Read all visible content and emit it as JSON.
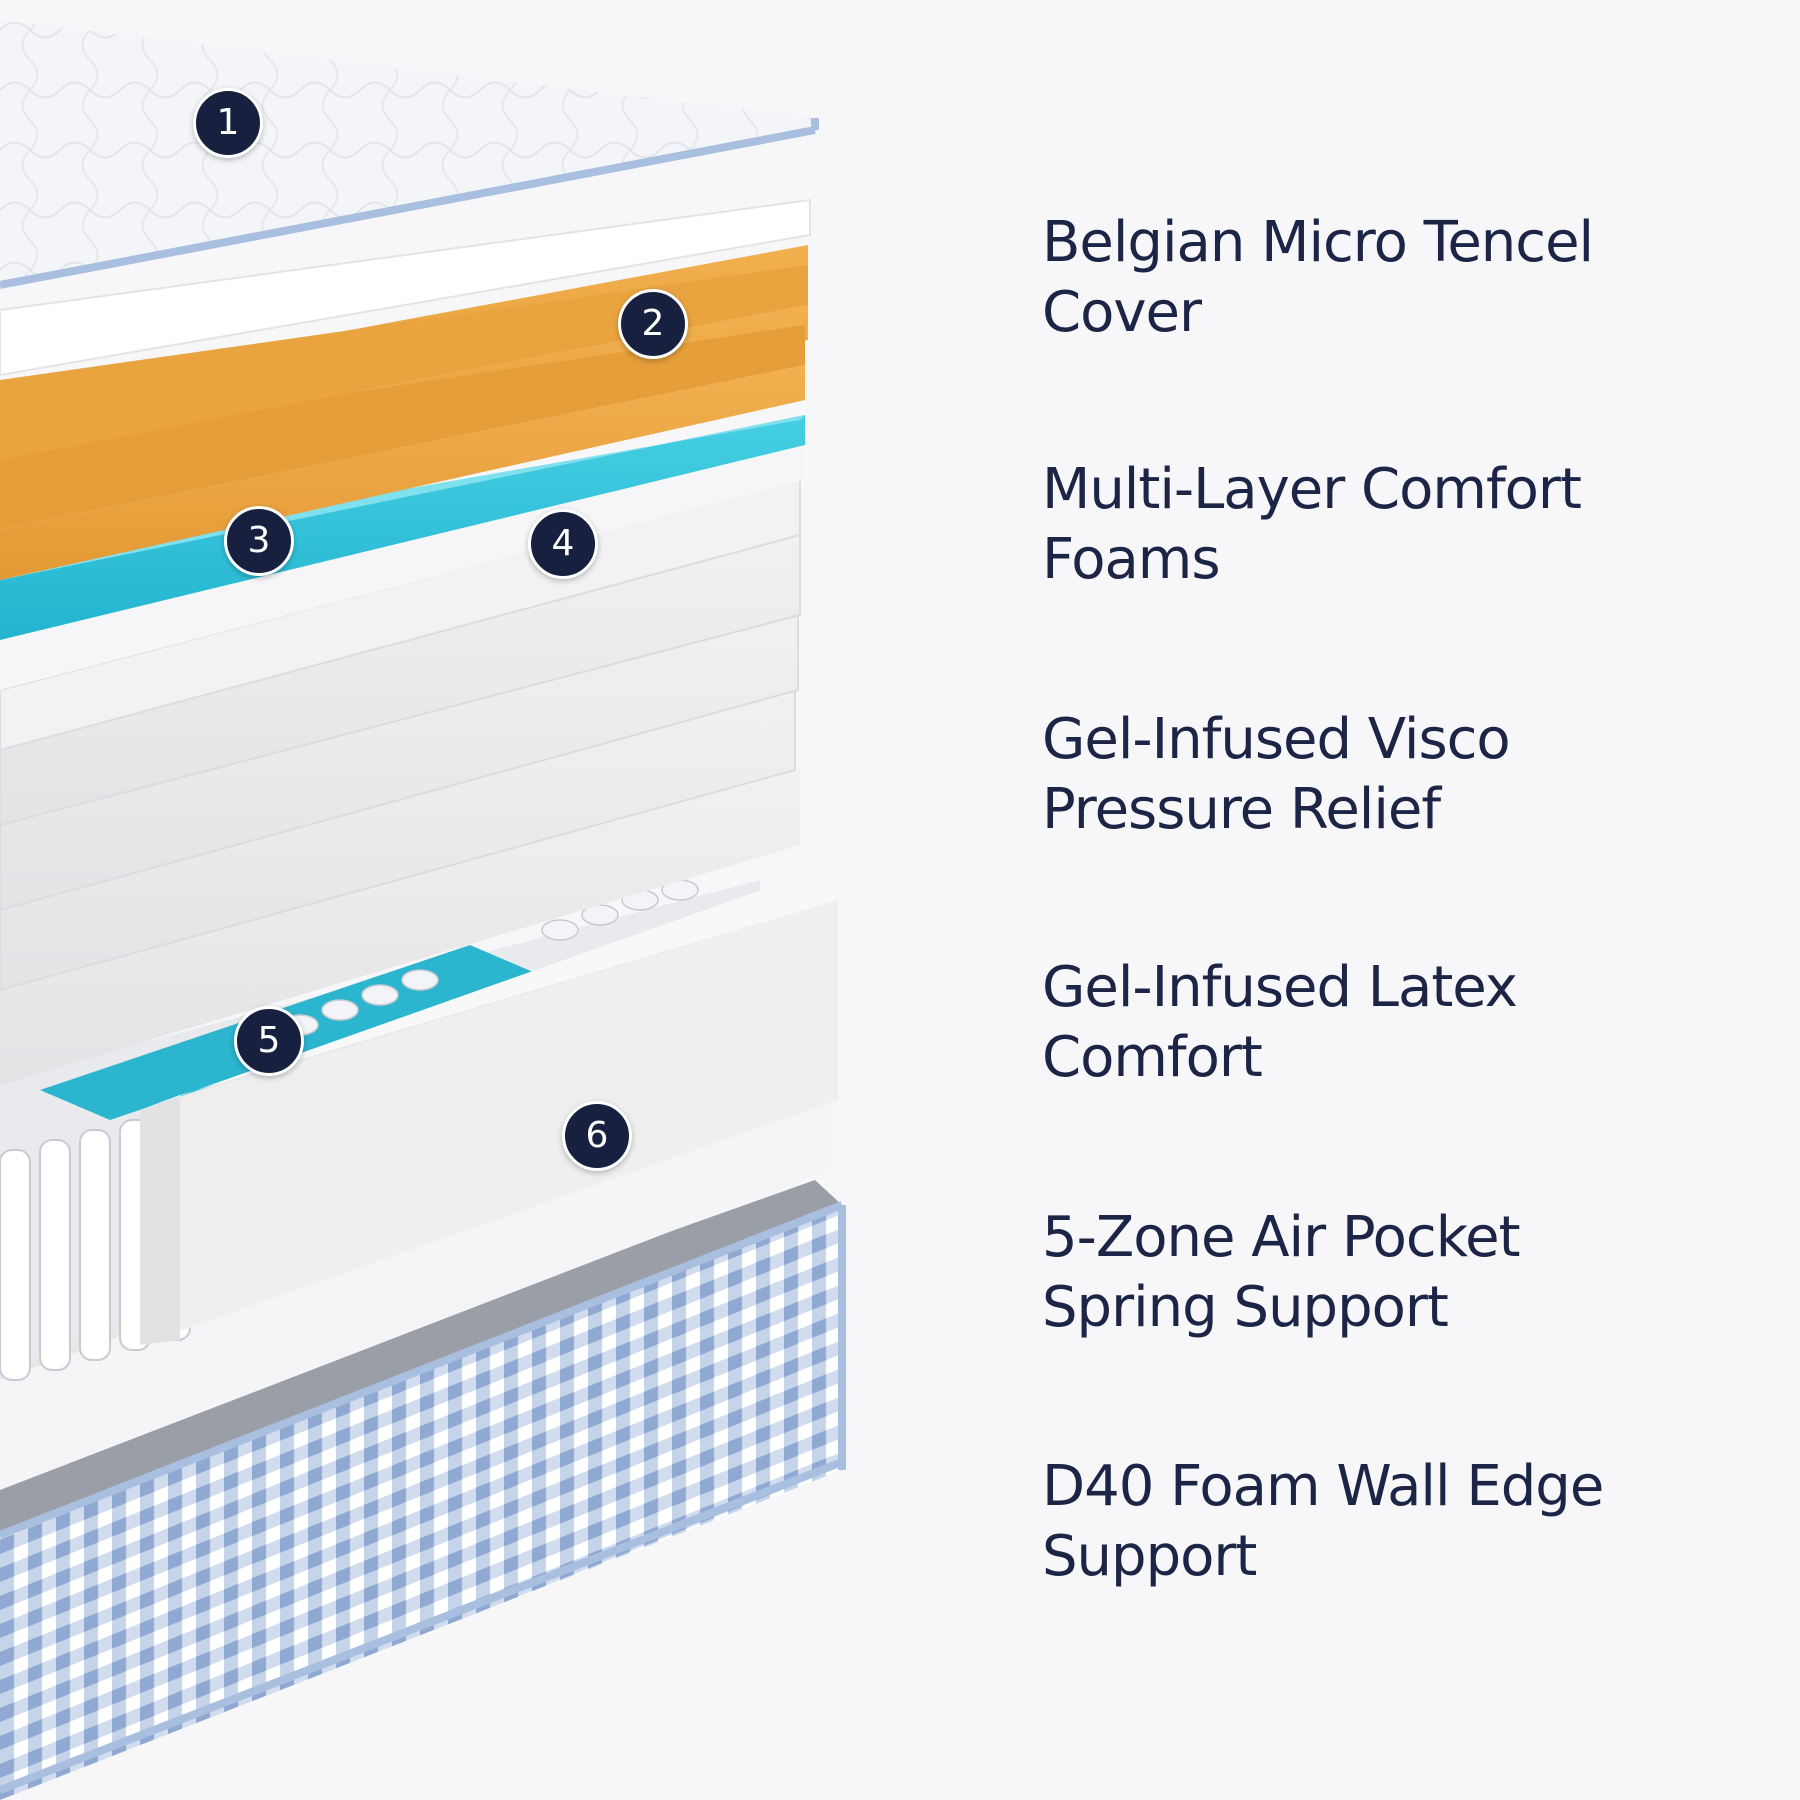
{
  "colors": {
    "background": "#f7f7f9",
    "label_text": "#1c2545",
    "marker_fill": "#17213f",
    "cover_trim": "#a9bfe0",
    "comfort_foam": "#eea33f",
    "gel_visco": "#33c4dc",
    "spring_zone_accent": "#2bb5cf",
    "base_check": "#8fa9d3"
  },
  "markers": [
    {
      "number": "1",
      "icon": "number-badge"
    },
    {
      "number": "2",
      "icon": "number-badge"
    },
    {
      "number": "3",
      "icon": "number-badge"
    },
    {
      "number": "4",
      "icon": "number-badge"
    },
    {
      "number": "5",
      "icon": "number-badge"
    },
    {
      "number": "6",
      "icon": "number-badge"
    }
  ],
  "features": [
    {
      "label": "Belgian Micro Tencel\nCover"
    },
    {
      "label": "Multi-Layer Comfort\nFoams"
    },
    {
      "label": "Gel-Infused Visco\nPressure Relief"
    },
    {
      "label": "Gel-Infused Latex\nComfort"
    },
    {
      "label": "5-Zone Air Pocket\nSpring Support"
    },
    {
      "label": "D40 Foam Wall Edge\nSupport"
    }
  ]
}
